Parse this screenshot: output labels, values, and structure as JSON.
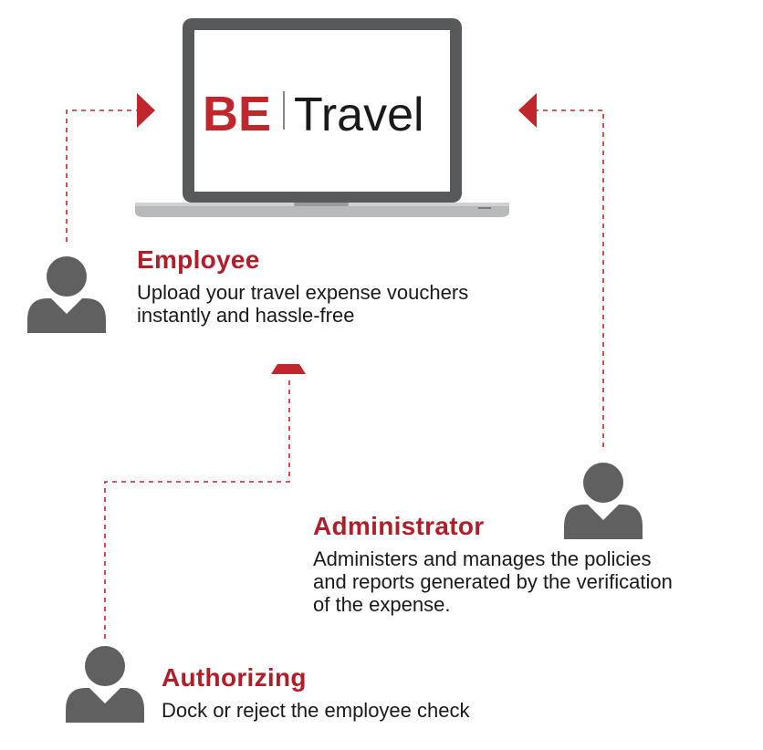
{
  "logo": {
    "brand": "BE",
    "product": "Travel"
  },
  "roles": {
    "employee": {
      "title": "Employee",
      "description": [
        "Upload your travel expense vouchers",
        "instantly and hassle-free"
      ]
    },
    "administrator": {
      "title": "Administrator",
      "description": [
        "Administers and manages the policies",
        "and reports generated by the verification",
        "of the expense."
      ]
    },
    "authorizing": {
      "title": "Authorizing",
      "description": [
        "Dock or reject the employee check"
      ]
    }
  },
  "colors": {
    "accent": "#c0272d",
    "title": "#b01e2a",
    "icon": "#606060",
    "laptop_frame": "#58595b",
    "laptop_base": "#b8b9ba",
    "text": "#1a1a1a"
  },
  "icons": [
    "laptop-icon",
    "person-icon",
    "arrow-right-icon",
    "arrow-left-icon",
    "arrow-up-icon"
  ]
}
